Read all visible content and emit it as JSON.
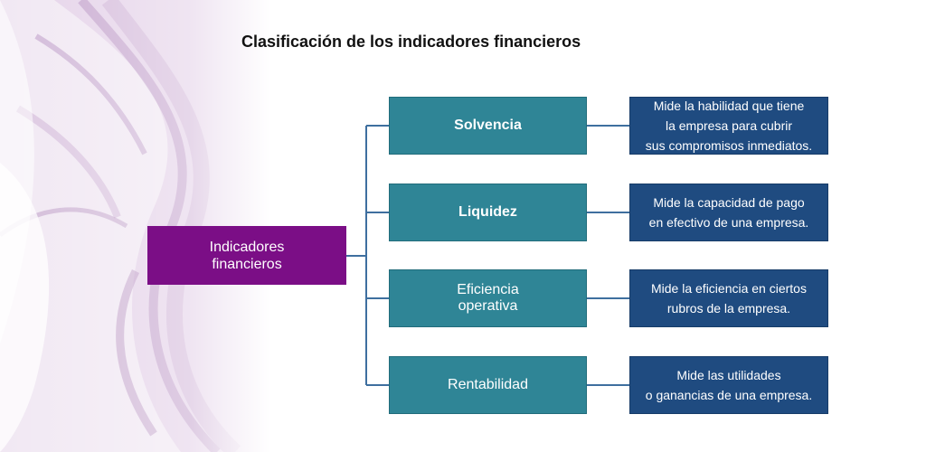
{
  "title": "Clasificación de los indicadores financieros",
  "colors": {
    "root": "#7b0e86",
    "category": "#2f8596",
    "description": "#1f4b80",
    "connector": "#3e6f9f"
  },
  "root": {
    "label": "Indicadores\nfinancieros"
  },
  "categories": [
    {
      "label": "Solvencia",
      "description": "Mide la habilidad que tiene\nla empresa para cubrir\nsus compromisos inmediatos."
    },
    {
      "label": "Liquidez",
      "description": "Mide la capacidad de pago\nen efectivo de una empresa."
    },
    {
      "label": "Eficiencia\noperativa",
      "description": "Mide la eficiencia en ciertos\nrubros de la empresa."
    },
    {
      "label": "Rentabilidad",
      "description": "Mide las utilidades\no ganancias de una empresa."
    }
  ]
}
